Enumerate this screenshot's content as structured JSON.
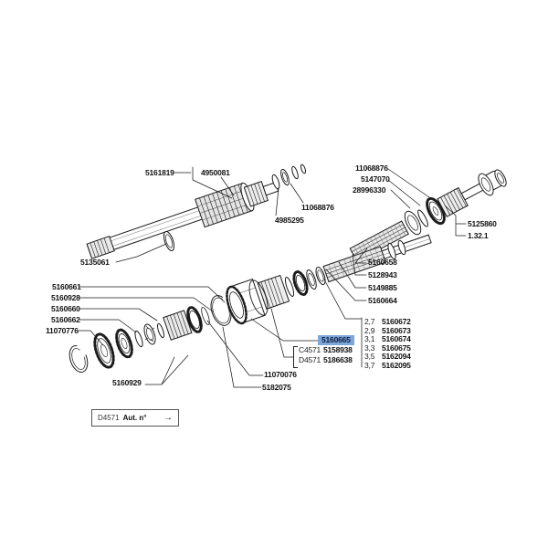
{
  "colors": {
    "line": "#1b1b1b",
    "highlight_bg": "#7fa6d9"
  },
  "part_labels": [
    {
      "text": "5161819"
    },
    {
      "text": "4950081"
    },
    {
      "text": "11068876"
    },
    {
      "text": "5147070"
    },
    {
      "text": "28996330"
    },
    {
      "text": "11068876"
    },
    {
      "text": "4985295"
    },
    {
      "text": "5125860"
    },
    {
      "text": "1.32.1"
    },
    {
      "text": "5135061"
    },
    {
      "text": "5160658"
    },
    {
      "text": "5128943"
    },
    {
      "text": "5149885"
    },
    {
      "text": "5160664"
    },
    {
      "text": "5160661"
    },
    {
      "text": "5160928"
    },
    {
      "text": "5160660"
    },
    {
      "text": "5160662"
    },
    {
      "text": "11070776"
    },
    {
      "text": "5160929"
    },
    {
      "text": "11070076"
    },
    {
      "text": "5182075"
    }
  ],
  "highlight": {
    "part": "5160665"
  },
  "variants": [
    {
      "code": "C4571",
      "part": "5158938"
    },
    {
      "code": "D4571",
      "part": "5186638"
    }
  ],
  "size_table": [
    {
      "size": "2,7",
      "part": "5160672"
    },
    {
      "size": "2,9",
      "part": "5160673"
    },
    {
      "size": "3,1",
      "part": "5160674"
    },
    {
      "size": "3,3",
      "part": "5160675"
    },
    {
      "size": "3,5",
      "part": "5162094"
    },
    {
      "size": "3,7",
      "part": "5162095"
    }
  ],
  "ref_box": {
    "code": "D4571",
    "label": "Aut. n°",
    "arrow": "→"
  }
}
